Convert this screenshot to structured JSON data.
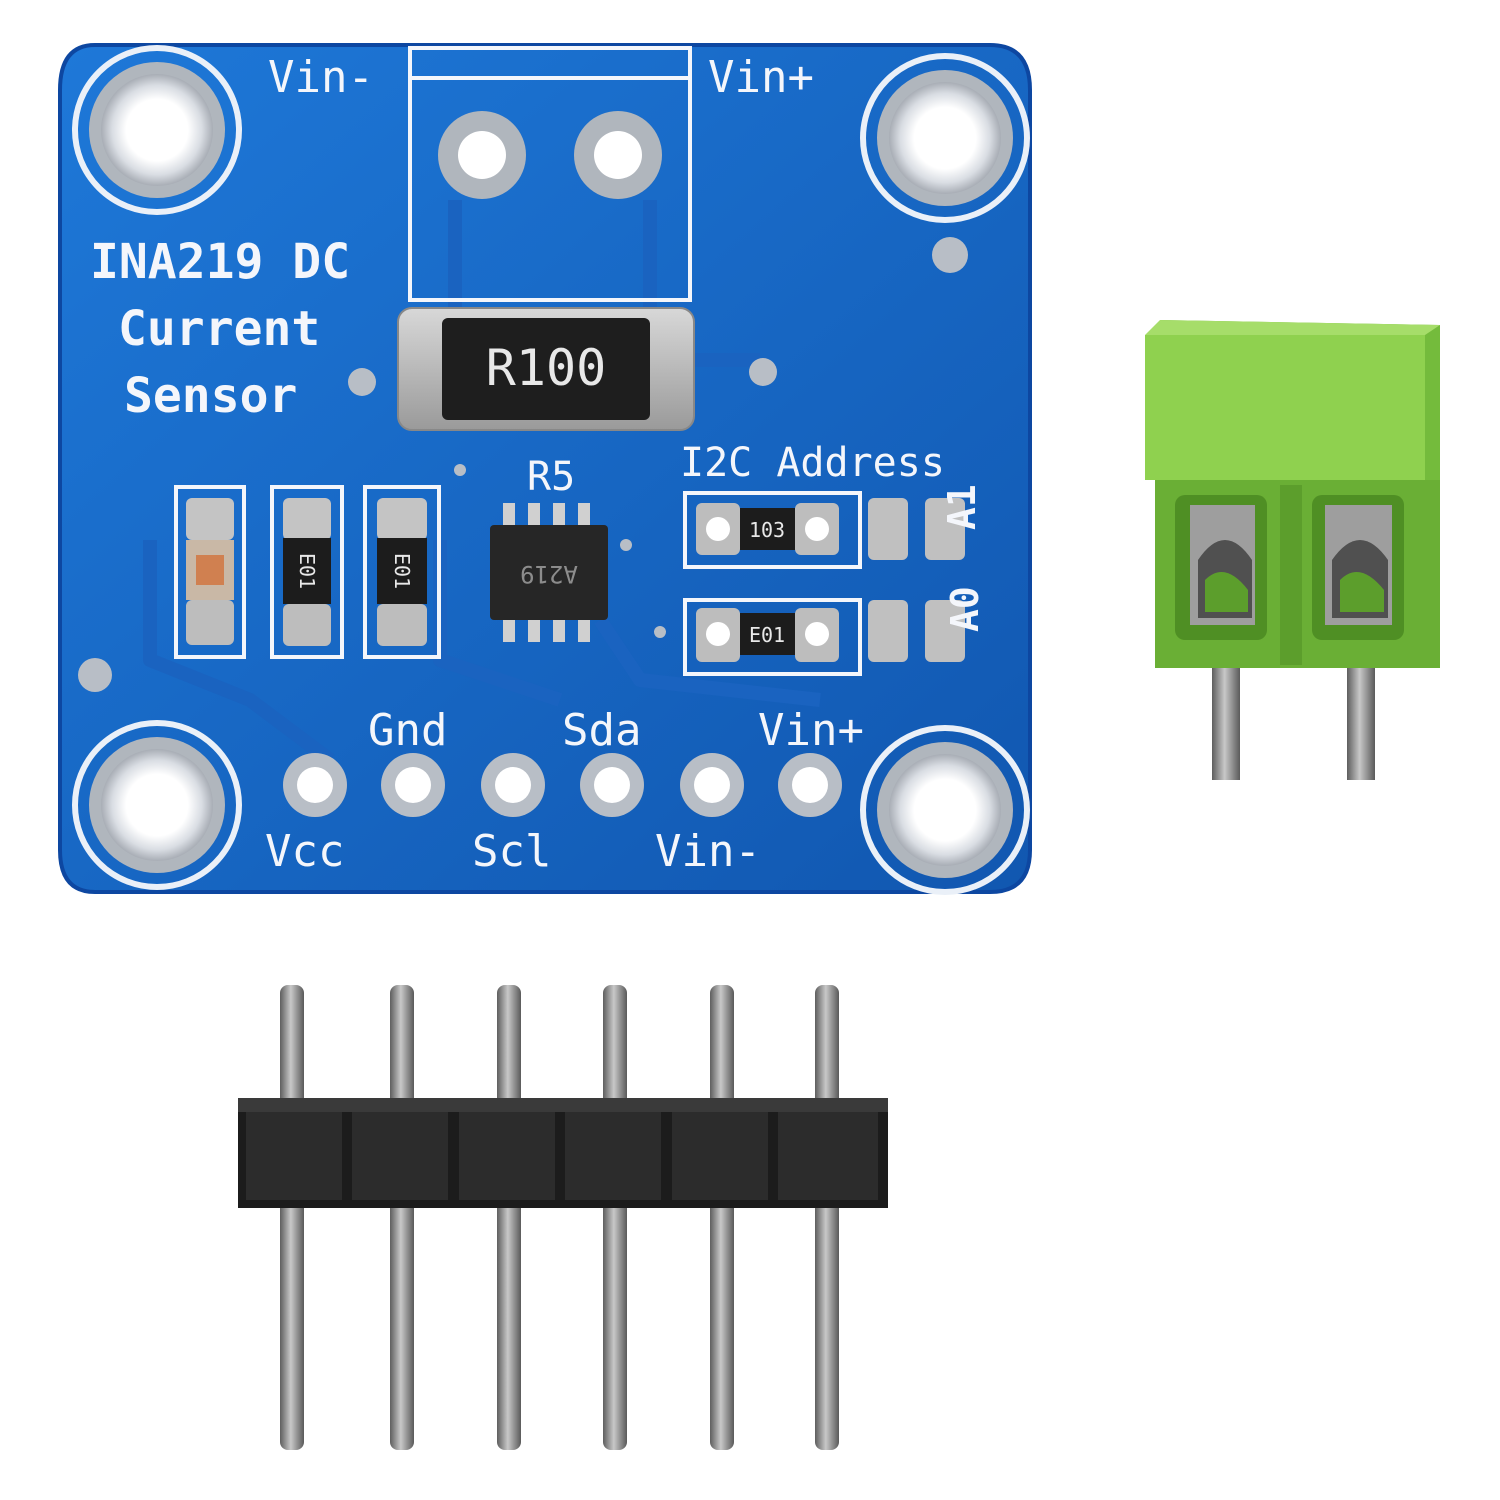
{
  "board": {
    "title_line1": "INA219 DC",
    "title_line2": "Current",
    "title_line3": "Sensor",
    "top_left_label": "Vin-",
    "top_right_label": "Vin+",
    "shunt_label": "R100",
    "r5_label": "R5",
    "ic_marking": "A219",
    "i2c_label": "I2C Address",
    "addr_a1_label": "A1",
    "addr_a0_label": "A0",
    "resistor_markings": [
      "E01",
      "E01",
      "103",
      "E01"
    ],
    "pin_labels_top": [
      "Gnd",
      "Sda",
      "Vin+"
    ],
    "pin_labels_bottom": [
      "Vcc",
      "Scl",
      "Vin-"
    ]
  },
  "colors": {
    "pcb_blue": "#1565c0",
    "pcb_edge": "#0d47a1",
    "silkscreen": "#f4f6fb",
    "terminal_green": "#7cc242",
    "header_black": "#1c1c1c",
    "pin_metal": "#8a8a8a"
  }
}
